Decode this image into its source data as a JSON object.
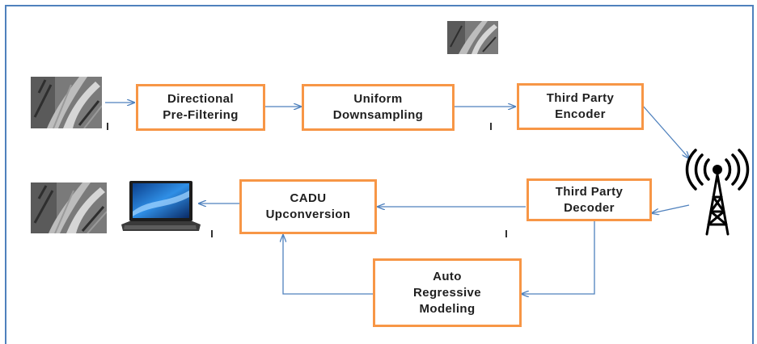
{
  "blocks": {
    "directional_prefiltering": {
      "line1": "Directional",
      "line2": "Pre-Filtering"
    },
    "uniform_downsampling": {
      "line1": "Uniform",
      "line2": "Downsampling"
    },
    "third_party_encoder": {
      "line1": "Third Party",
      "line2": "Encoder"
    },
    "third_party_decoder": {
      "line1": "Third Party",
      "line2": "Decoder"
    },
    "cadu_upconversion": {
      "line1": "CADU",
      "line2": "Upconversion"
    },
    "auto_regressive_modeling": {
      "line1": "Auto",
      "line2": "Regressive",
      "line3": "Modeling"
    }
  },
  "icons": {
    "input_image": "grayscale-image-thumbnail",
    "downsampled_image": "small-grayscale-image-thumbnail",
    "output_image": "grayscale-image-thumbnail",
    "laptop": "laptop-icon",
    "antenna": "radio-tower-icon"
  },
  "colors": {
    "block_border": "#f79646",
    "arrow": "#4f81bd",
    "frame": "#4f81bd"
  }
}
